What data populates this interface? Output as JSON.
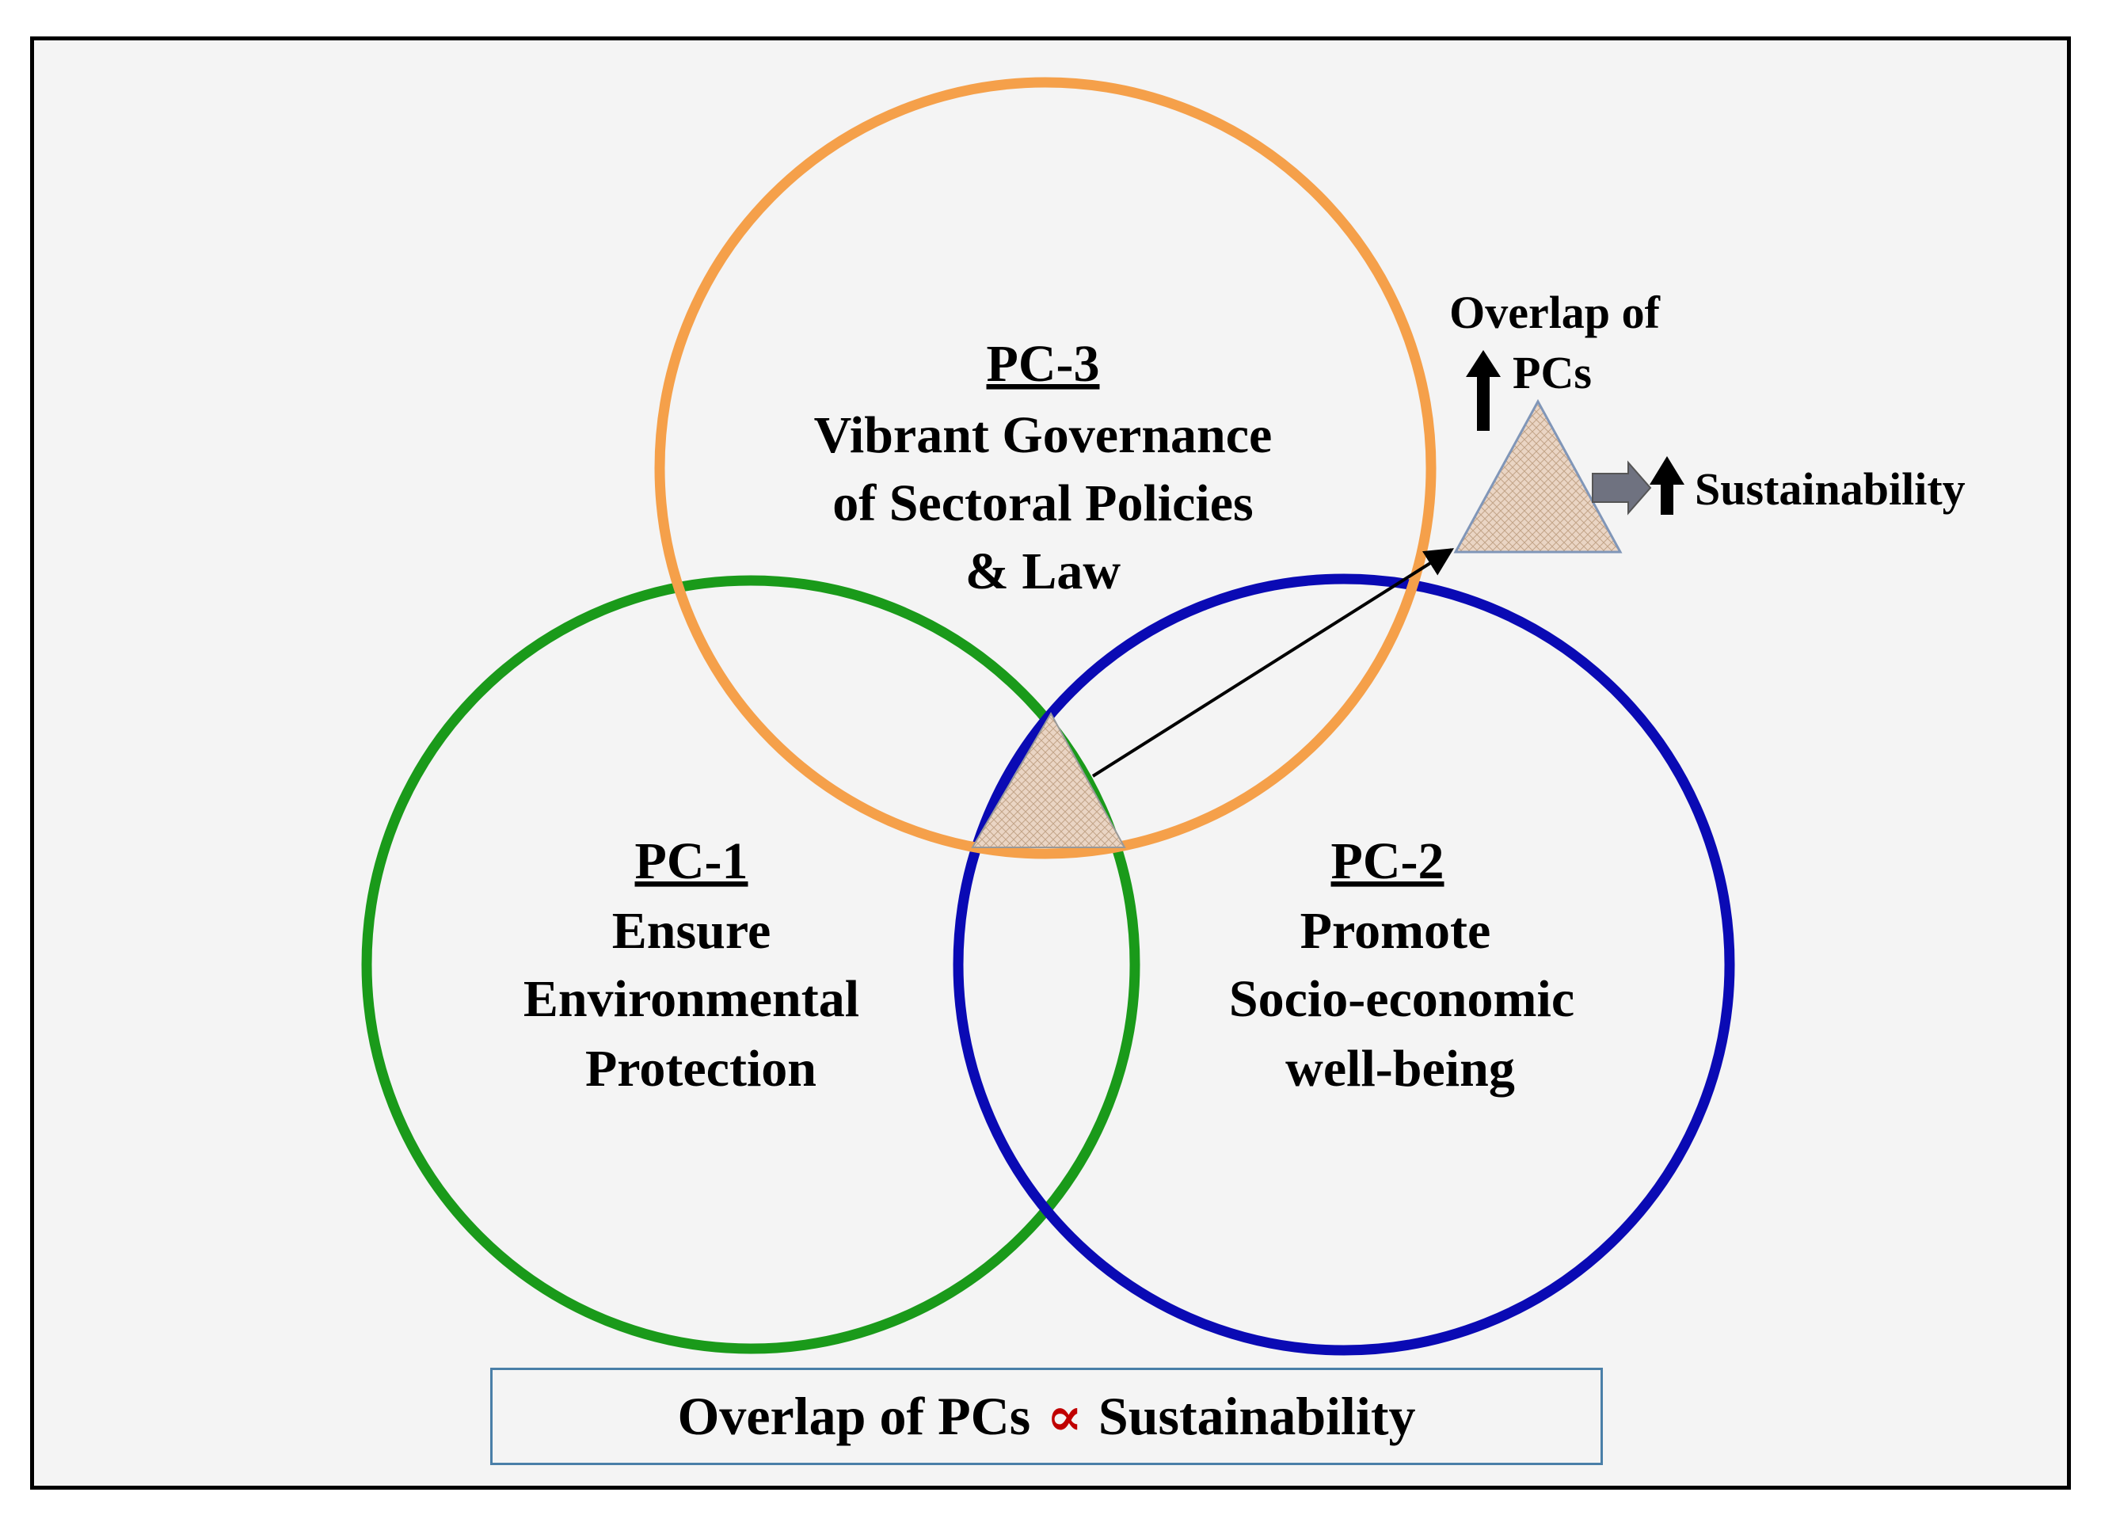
{
  "circles": {
    "pc3": {
      "title": "PC-3",
      "lines": [
        "Vibrant Governance",
        "of Sectoral Policies",
        "& Law"
      ],
      "color": "#f5a04a"
    },
    "pc1": {
      "title": "PC-1",
      "lines": [
        "Ensure",
        "Environmental",
        "Protection"
      ],
      "color": "#1a9a1a"
    },
    "pc2": {
      "title": "PC-2",
      "lines": [
        "Promote",
        "Socio-economic",
        "well-being"
      ],
      "color": "#0a0ab4"
    }
  },
  "callout": {
    "overlap_line1": "Overlap of",
    "overlap_line2": "PCs",
    "sustainability": "Sustainability",
    "triangle_fill": "#e9d3c0"
  },
  "formula": {
    "left": "Overlap of PCs",
    "symbol": "∝",
    "right": "Sustainability",
    "symbol_color": "#c00000"
  }
}
